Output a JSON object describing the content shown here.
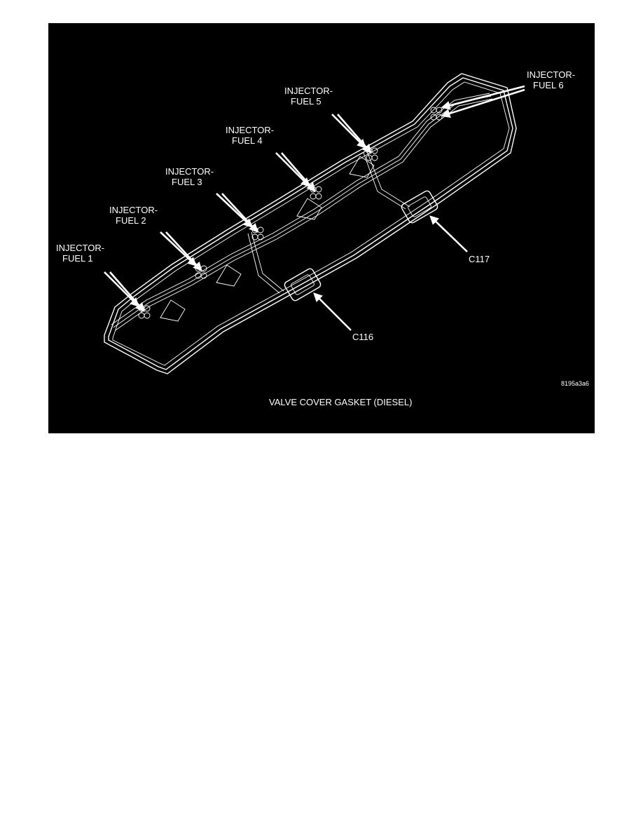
{
  "figure": {
    "caption": "VALVE COVER GASKET  (DIESEL)",
    "figure_code": "8195a3a6",
    "labels": {
      "injector1": [
        "INJECTOR-",
        "FUEL 1"
      ],
      "injector2": [
        "INJECTOR-",
        "FUEL 2"
      ],
      "injector3": [
        "INJECTOR-",
        "FUEL 3"
      ],
      "injector4": [
        "INJECTOR-",
        "FUEL 4"
      ],
      "injector5": [
        "INJECTOR-",
        "FUEL 5"
      ],
      "injector6": [
        "INJECTOR-",
        "FUEL 6"
      ],
      "c116": "C116",
      "c117": "C117"
    },
    "colors": {
      "background": "#000000",
      "line": "#ffffff"
    }
  }
}
